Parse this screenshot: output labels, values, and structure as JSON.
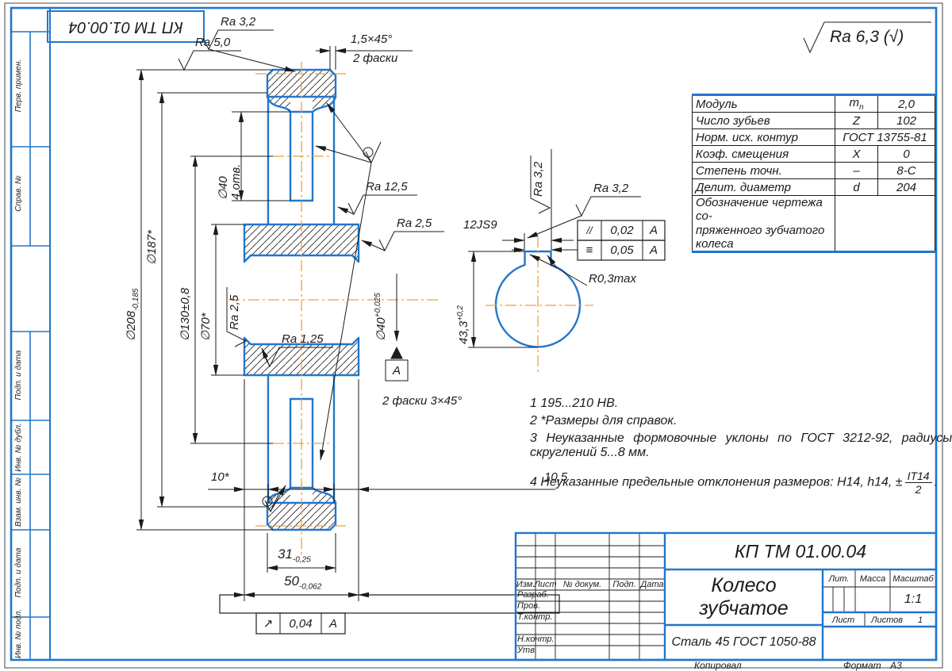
{
  "page": {
    "stamp": "КП ТМ 01.00.04",
    "general_roughness": "Ra 6,3 (√)",
    "copied_label": "Копировал",
    "format_label": "Формат",
    "format_value": "А3"
  },
  "left_strips": {
    "s1": "Перв. примен.",
    "s2": "Справ. №",
    "s3": "Подп. и дата",
    "s4": "Инв. № дубл.",
    "s5": "Взам. инв. №",
    "s6": "Подп. и дата",
    "s7": "Инв. № подл."
  },
  "gear_table": {
    "rows": {
      "r0": {
        "param": "Модуль",
        "sym": "m",
        "sym_sub": "n",
        "val": "2,0"
      },
      "r1": {
        "param": "Число зубьев",
        "sym": "Z",
        "val": "102"
      },
      "r2": {
        "param": "Норм. исх. контур",
        "val": "ГОСТ 13755-81"
      },
      "r3": {
        "param": "Коэф. смещения",
        "sym": "X",
        "val": "0"
      },
      "r4": {
        "param": "Степень точн.",
        "sym": "–",
        "val": "8-С"
      },
      "r5": {
        "param": "Делит. диаметр",
        "sym": "d",
        "val": "204"
      },
      "r6": {
        "param_line1": "Обозначение чертежа со-",
        "param_line2": "пряженного зубчатого колеса"
      }
    }
  },
  "dims": {
    "od": {
      "text": "∅208",
      "tol": "-0,185"
    },
    "rim_inner": "∅187*",
    "holes_pcd": "∅130±0,8",
    "hub_od": "∅70*",
    "web_holes": {
      "text": "∅40",
      "note": "4 отв."
    },
    "bore": {
      "text": "∅40",
      "tol": "+0,025"
    },
    "chamfer_top_1": "1,5×45°",
    "chamfer_top_2": "2 фаски",
    "chamfer_bore": "2 фаски 3×45°",
    "rim_width": {
      "text": "31",
      "tol": "-0,25"
    },
    "hub_len": {
      "text": "50",
      "tol": "-0,062"
    },
    "web_off_left": "10*",
    "web_off_right": "10,5",
    "keyway_width": "12JS9",
    "keyway_depth": {
      "text": "43,3",
      "tol": "+0,2"
    },
    "fillet": "R0,3max",
    "datum": "А"
  },
  "roughness": {
    "top": "Ra 3,2",
    "od_face": "Ra 5,0",
    "web": "Ra 12,5",
    "hub_face": "Ra 2,5",
    "hub_face_left": "Ra 2,5",
    "bore": "Ra 1,25",
    "key_side_vertical": "Ra 3,2",
    "key_top": "Ra 3,2"
  },
  "tolerances": {
    "parallel": {
      "sym": "//",
      "val": "0,02",
      "datum": "А"
    },
    "symmetry": {
      "sym": "≡",
      "val": "0,05",
      "datum": "А"
    },
    "runout": {
      "sym": "↗",
      "val": "0,04",
      "datum": "А"
    }
  },
  "notes": {
    "n1": "1 195...210 НВ.",
    "n2": "2 *Размеры для справок.",
    "n3a": "3 Неуказанные формовочные уклоны по ГОСТ 3212-92, радиусы",
    "n3b": "скруглений 5...8 мм.",
    "n4": "4 Неуказанные предельные отклонения размеров: H14, h14, ±",
    "n4_frac_num": "IT14",
    "n4_frac_den": "2",
    "n4_end": "."
  },
  "title_block": {
    "doc_number": "КП ТМ 01.00.04",
    "part_name": "Колесо зубчатое",
    "material": "Сталь 45 ГОСТ 1050-88",
    "h_izm": "Изм.",
    "h_list": "Лист",
    "h_docnum": "№ докум.",
    "h_podp": "Подп.",
    "h_data": "Дата",
    "r1": "Разраб.",
    "r2": "Пров.",
    "r3": "Т.контр.",
    "r4": "Н.контр.",
    "r5": "Утв.",
    "lit": "Лит.",
    "massa": "Масса",
    "scale_label": "Масштаб",
    "scale": "1:1",
    "sheet_label": "Лист",
    "sheets_label": "Листов",
    "sheets": "1"
  }
}
